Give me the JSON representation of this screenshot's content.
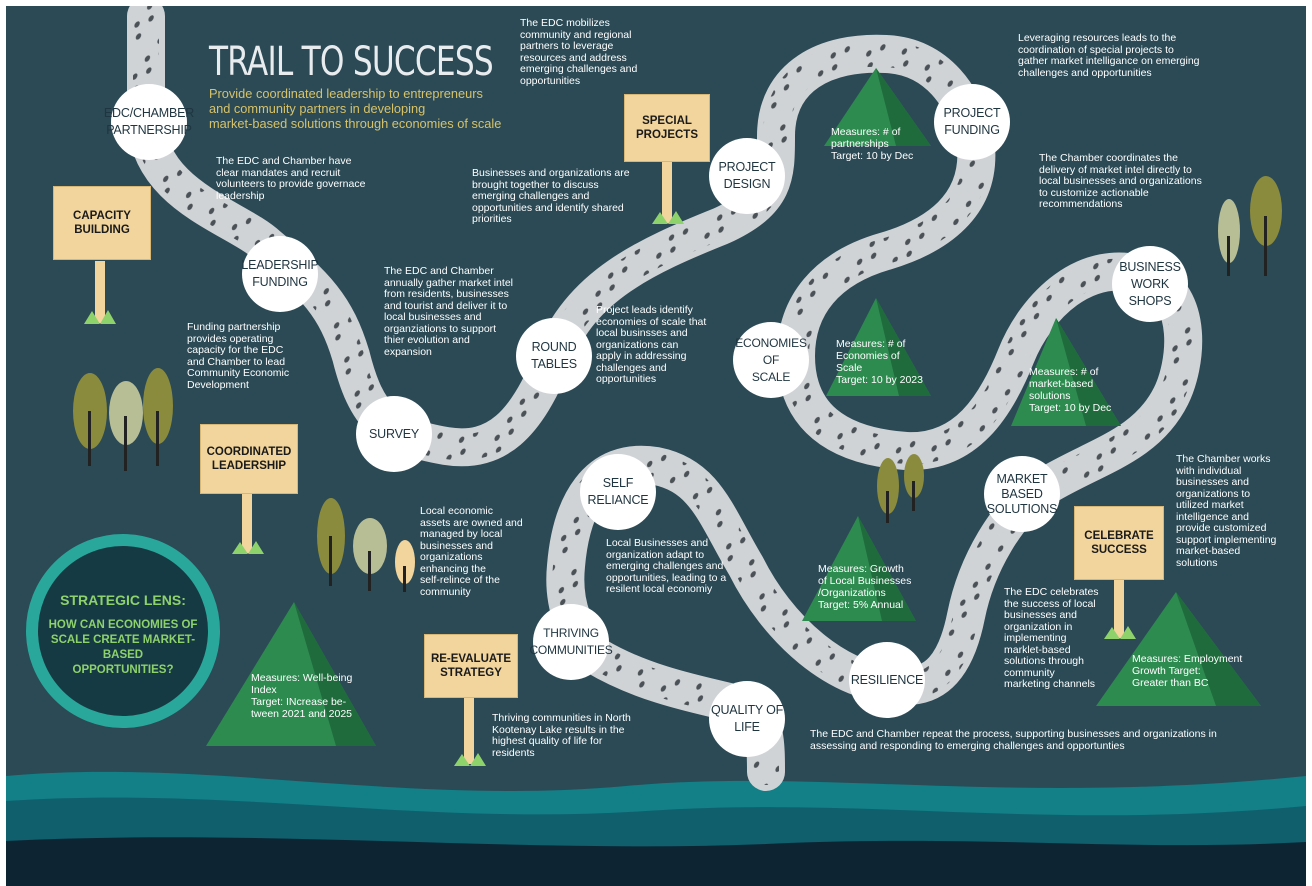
{
  "title": "TRAIL TO SUCCESS",
  "subtitle": "Provide coordinated leadership to entrepreneurs\nand community partners in developing\nmarket-based solutions through economies of scale",
  "colors": {
    "background": "#2b4a55",
    "trail": "#d0d3d6",
    "node": "#ffffff",
    "sign": "#f2d59c",
    "mountain": "#2e8b50",
    "subtitle": "#d6c26a",
    "lens_ring": "#2aa79b",
    "lens_text": "#8ed26c"
  },
  "nodes": {
    "edc_chamber_partnership": "EDC/CHAMBER\nPARTNERSHIP",
    "leadership_funding": "LEADERSHIP\nFUNDING",
    "survey": "SURVEY",
    "round_tables": "ROUND\nTABLES",
    "project_design": "PROJECT\nDESIGN",
    "project_funding": "PROJECT\nFUNDING",
    "economies_of_scale": "ECONOMIES OF\nSCALE",
    "business_workshops": "BUSINESS\nWORK SHOPS",
    "market_based_solutions": "MARKET\nBASED\nSOLUTIONS",
    "resilience": "RESILIENCE",
    "self_reliance": "SELF\nRELIANCE",
    "thriving_communities": "THRIVING\nCOMMUNITIES",
    "quality_of_life": "QUALITY OF\nLIFE"
  },
  "signs": {
    "capacity_building": "CAPACITY\nBUILDING",
    "coordinated_leadership": "COORDINATED\nLEADERSHIP",
    "special_projects": "SPECIAL\nPROJECTS",
    "celebrate_success": "CELEBRATE\nSUCCESS",
    "re_evaluate_strategy": "RE-EVALUATE\nSTRATEGY"
  },
  "descriptions": {
    "mobilizes": "The EDC mobilizes\ncommunity and regional\npartners to leverage\nresources and address\nemerging challenges and\nopportunities",
    "leveraging": "Leveraging resources leads to the\ncoordination of special projects to\ngather market intelligance on emerging\nchallenges and opportunities",
    "mandates": "The EDC and Chamber have\nclear mandates and recruit\nvolunteers to provide governace\nleadership",
    "brought_together": "Businesses and organizations are\nbrought together to discuss\nemerging challenges and\nopportunities and identify shared\npriorities",
    "coordinates_delivery": "The Chamber coordinates the\ndelivery of market intel directly to\nlocal businesses and  organizations\nto customize actionable\nrecommendations",
    "annual_survey": "The EDC and Chamber\nannually gather market intel\nfrom residents, businesses\nand tourist and deliver it to\nlocal businesses and\norganziations to support\nthier evolution and\nexpansion",
    "funding_partnership": "Funding partnership\nprovides operating\ncapacity for the EDC\nand Chamber to lead\nCommunity Economic\nDevelopment",
    "project_leads": "Project leads identify\neconomies of scale that\nlocal businsses and\norganizations can\napply in addressing\nchallenges and\nopportunities",
    "chamber_works": "The Chamber works\nwith individual\nbusinesses and\norganizations to\nutilized market\nintelligence and\nprovide customized\nsupport implementing\nmarket-based\nsolutions",
    "local_assets": "Local economic\nassets are owned and\nmanaged by local\nbusinesses and\norganizations\nenhancing the\nself-relince of the\ncommunity",
    "adapt": "Local Businesses and\norganization adapt to\nemerging challenges and\nopportunities, leading to a\nresilent local economiy",
    "edc_celebrates": "The EDC celebrates\nthe success of local\nbusinesses and\norganization in\nimplementing\nmarklet-based\nsolutions through\ncommunity\nmarketing channels",
    "thriving": "Thriving communities in North\nKootenay Lake results in the\nhighest quality of life for\nresidents",
    "repeat": "The EDC and Chamber repeat the process, supporting businesses and organizations in\nassessing and responding to emerging challenges and opportunties"
  },
  "measures": {
    "partnerships": "Measures: # of\npartnerships\nTarget: 10 by Dec",
    "economies": "Measures: # of\nEconomies of\nScale\nTarget: 10 by 2023",
    "market_solutions": "Measures: # of\nmarket-based\nsolutions\nTarget: 10 by Dec",
    "growth": "Measures: Growth\nof Local Businesses\n/Organizations\nTarget: 5% Annual",
    "employment": "Measures: Employment\nGrowth Target:\nGreater than BC",
    "wellbeing": "Measures: Well-being\nIndex\nTarget: INcrease be-\ntween 2021 and 2025"
  },
  "strategic_lens": {
    "title": "STRATEGIC LENS:",
    "question": "HOW CAN ECONOMIES OF\nSCALE CREATE MARKET-BASED\nOPPORTUNITIES?"
  }
}
